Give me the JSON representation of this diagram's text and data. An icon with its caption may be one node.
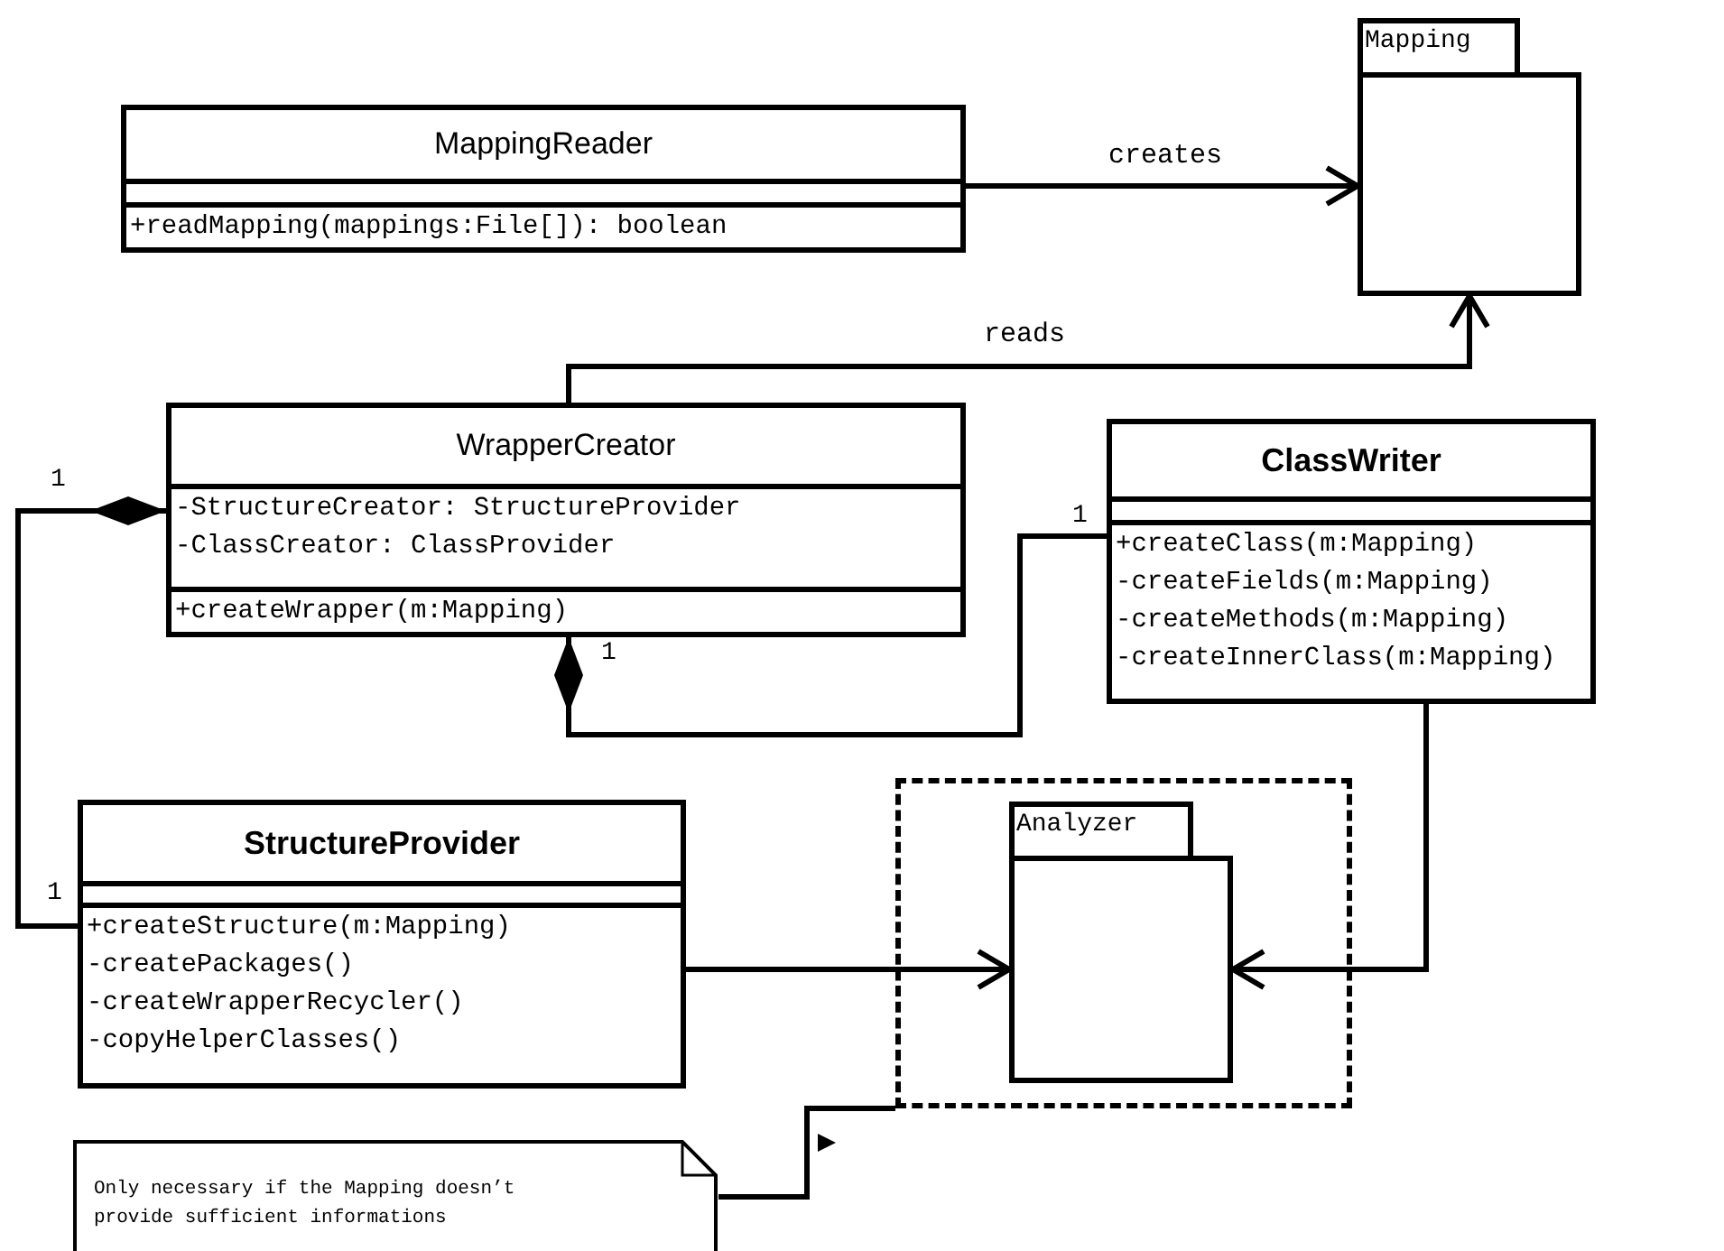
{
  "diagram": {
    "nodes": [
      {
        "text": [
          "Mapping"
        ]
      },
      {
        "text": [
          "MappingReader",
          "+readMapping(mappings:File[]): boolean"
        ]
      },
      {
        "text": [
          "WrapperCreator",
          "-StructureCreator: StructureProvider",
          "-ClassCreator: ClassProvider",
          "+createWrapper(m:Mapping)"
        ]
      },
      {
        "text": [
          "ClassWriter",
          "+createClass(m:Mapping)",
          "-createFields(m:Mapping)",
          "-createMethods(m:Mapping)",
          "-createInnerClass(m:Mapping)"
        ]
      },
      {
        "text": [
          "StructureProvider",
          "+createStructure(m:Mapping)",
          "-createPackages()",
          "-createWrapperRecycler()",
          "-copyHelperClasses()"
        ]
      },
      {
        "text": [],
        "shape": "box"
      },
      {
        "text": [
          "Analyzer"
        ],
        "in": 5
      },
      {
        "text": [
          "Only necessary if the Mapping doesn’t provide sufficient informations"
        ]
      }
    ],
    "edges": [
      {
        "from": 1,
        "to": 0,
        "arrow": "to",
        "label": "creates"
      },
      {
        "from": 2,
        "to": 0,
        "arrow": "to",
        "label": "reads"
      },
      {
        "from": 2,
        "to": 4,
        "arrow": "other"
      },
      {
        "from": 2,
        "to": 3,
        "arrow": "other"
      },
      {
        "from": 4,
        "to": 6,
        "arrow": "to"
      },
      {
        "from": 3,
        "to": 6,
        "arrow": "to"
      },
      {
        "from": 7,
        "to": 5,
        "arrow": "none"
      }
    ],
    "labels": [
      "1",
      "1",
      "1",
      "1"
    ]
  }
}
